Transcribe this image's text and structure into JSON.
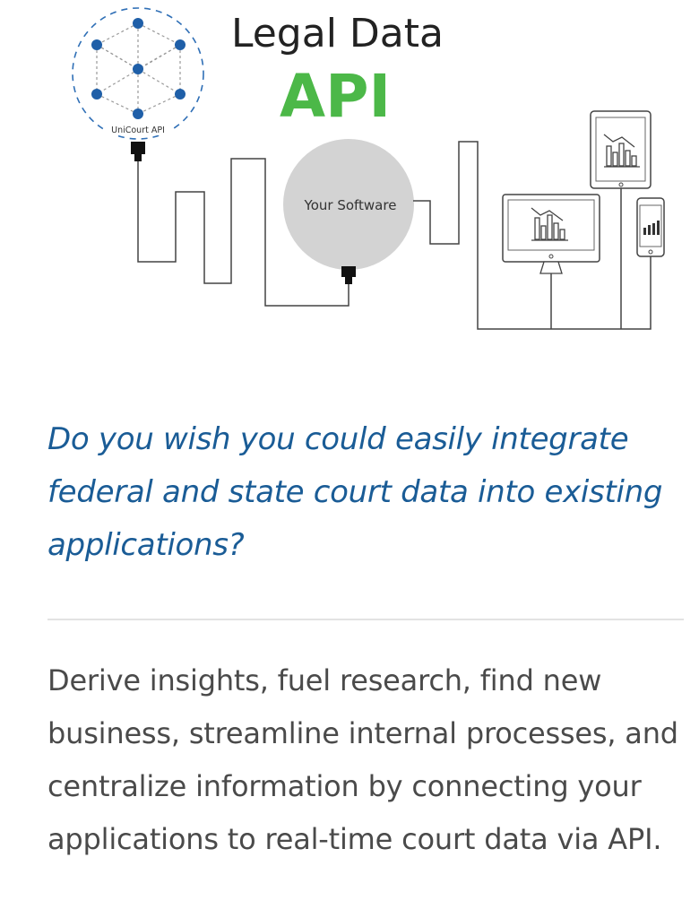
{
  "hero": {
    "title": "Legal Data",
    "api_label": "API",
    "unicourt_label": "UniCourt API",
    "software_label": "Your Software"
  },
  "content": {
    "question": "Do you wish you could easily integrate federal and state court data into existing applications?",
    "body": "Derive insights, fuel research, find new business, streamline internal processes, and centralize information by connecting your applications to real-time court data via API."
  },
  "colors": {
    "api_green": "#4cb848",
    "question_blue": "#1a5c96",
    "node_blue": "#1f5fa8",
    "body_text": "#4a4a4a",
    "software_circle": "#d3d3d3"
  },
  "icons": {
    "unicourt_network": "network-cube-icon",
    "tablet_chart": "tablet-chart-icon",
    "monitor_chart": "monitor-chart-icon",
    "phone_chart": "phone-chart-icon",
    "plug": "plug-icon"
  }
}
